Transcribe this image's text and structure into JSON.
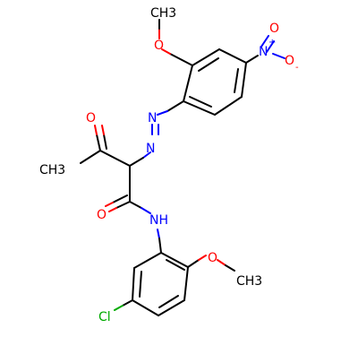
{
  "molecule": {
    "atom_labels": {
      "methoxy_top_o": "O",
      "methyl_top": "CH3",
      "nitro_n": "N",
      "nitro_plus": "+",
      "nitro_o_right": "O",
      "nitro_o_minus": "-",
      "nitro_o_top": "O",
      "azo_n_upper": "N",
      "azo_n_lower": "N",
      "ketone_o": "O",
      "acetyl_methyl": "CH3",
      "amide_o": "O",
      "amide_nh": "NH",
      "methoxy_bottom_o": "O",
      "methyl_bottom": "CH3",
      "chlorine": "Cl"
    },
    "colors": {
      "carbon": "#000000",
      "oxygen": "#ff0000",
      "nitrogen": "#0000ff",
      "chlorine": "#00aa00"
    }
  }
}
